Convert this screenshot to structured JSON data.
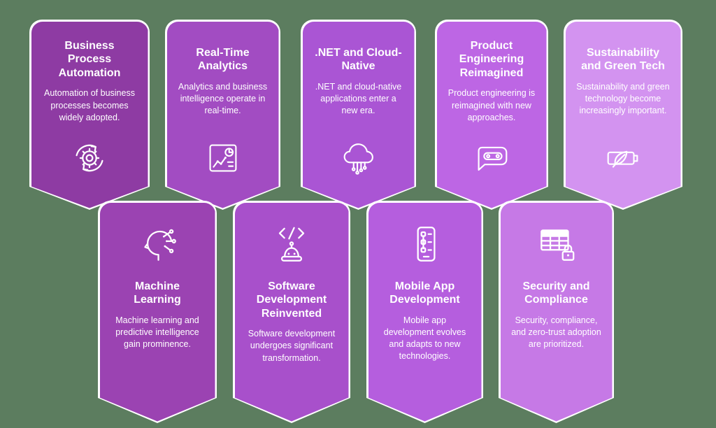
{
  "page": {
    "background_color": "#5c7d5f"
  },
  "cards": [
    {
      "title": "Business Process Automation",
      "description": "Automation of business processes becomes widely adopted.",
      "icon": "automation-gear-sync-icon",
      "color": "#8e3ba3"
    },
    {
      "title": "Real-Time Analytics",
      "description": "Analytics and business intelligence operate in real-time.",
      "icon": "analytics-chart-icon",
      "color": "#a24cc2"
    },
    {
      "title": ".NET and Cloud-Native",
      "description": ".NET and cloud-native applications enter a new era.",
      "icon": "cloud-circuit-icon",
      "color": "#aa55d4"
    },
    {
      "title": "Product Engineering Reimagined",
      "description": "Product engineering is reimagined with new approaches.",
      "icon": "conveyor-flag-icon",
      "color": "#bd66e4"
    },
    {
      "title": "Sustainability and Green Tech",
      "description": "Sustainability and green technology become increasingly important.",
      "icon": "battery-leaf-icon",
      "color": "#d393f0"
    },
    {
      "title": "Machine Learning",
      "description": "Machine learning and predictive intelligence gain prominence.",
      "icon": "head-circuit-icon",
      "color": "#9b43b2"
    },
    {
      "title": "Software Development Reinvented",
      "description": "Software development undergoes significant transformation.",
      "icon": "robot-code-icon",
      "color": "#a850cb"
    },
    {
      "title": "Mobile App Development",
      "description": "Mobile app development evolves and adapts to new technologies.",
      "icon": "mobile-checklist-icon",
      "color": "#b55ede"
    },
    {
      "title": "Security and Compliance",
      "description": "Security, compliance, and zero-trust adoption are prioritized.",
      "icon": "grid-lock-icon",
      "color": "#c679e6"
    }
  ]
}
